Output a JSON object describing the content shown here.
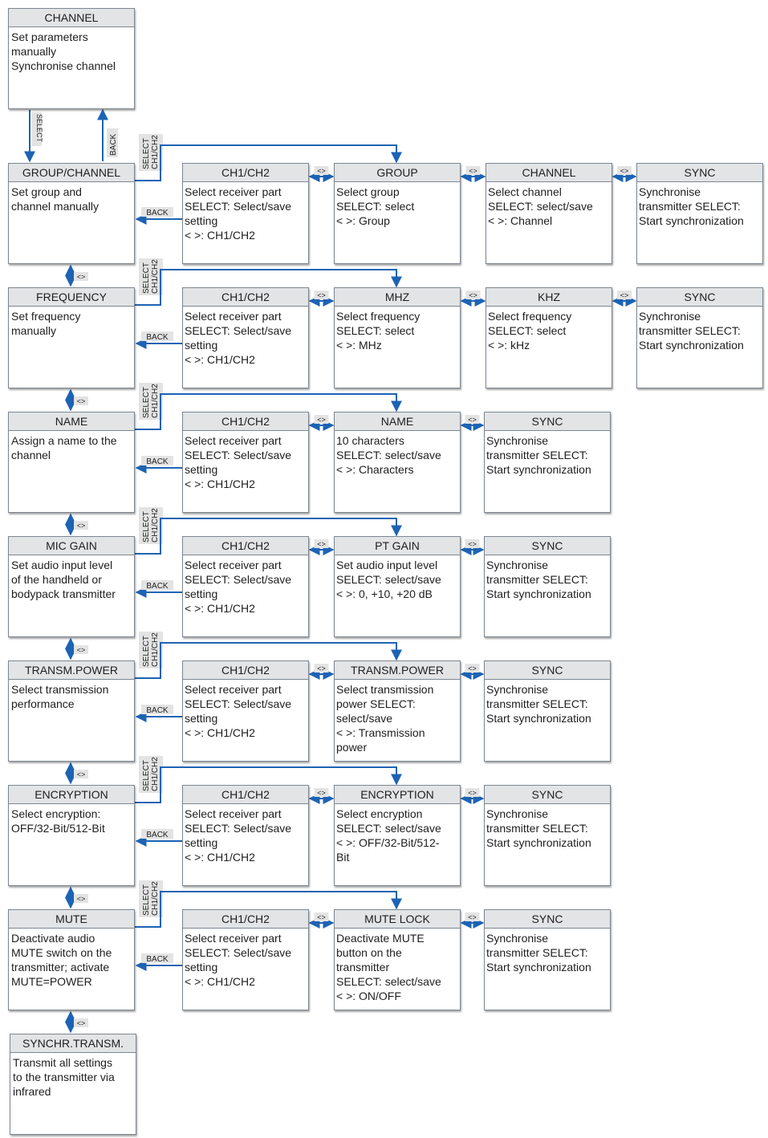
{
  "colors": {
    "arrow": "#1d63b4",
    "box_border": "#7d8690",
    "title_bg": "#e2e4e6",
    "label_bg": "#e3e3e3"
  },
  "labels": {
    "select": "SELECT",
    "back": "BACK",
    "select_ch": "SELECT\nCH1/CH2",
    "nav": "<>"
  },
  "channel": {
    "title": "CHANNEL",
    "body": "Set parameters\nmanually\nSynchronise channel"
  },
  "menus": [
    {
      "main": {
        "title": "GROUP/CHANNEL",
        "body": "Set group and\nchannel manually"
      },
      "subs": [
        {
          "title": "CH1/CH2",
          "body": "Select receiver part\nSELECT: Select/save\nsetting\n< >: CH1/CH2"
        },
        {
          "title": "GROUP",
          "body": "Select group\nSELECT: select\n< >: Group"
        },
        {
          "title": "CHANNEL",
          "body": "Select channel\nSELECT: select/save\n< >: Channel"
        },
        {
          "title": "SYNC",
          "body": "Synchronise\ntransmitter SELECT:\nStart synchronization"
        }
      ]
    },
    {
      "main": {
        "title": "FREQUENCY",
        "body": "Set frequency\nmanually"
      },
      "subs": [
        {
          "title": "CH1/CH2",
          "body": "Select receiver part\nSELECT: Select/save\nsetting\n< >: CH1/CH2"
        },
        {
          "title": "MHZ",
          "body": "Select frequency\nSELECT: select\n< >: MHz"
        },
        {
          "title": "KHZ",
          "body": "Select frequency\nSELECT: select\n< >: kHz"
        },
        {
          "title": "SYNC",
          "body": "Synchronise\ntransmitter SELECT:\nStart synchronization"
        }
      ]
    },
    {
      "main": {
        "title": "NAME",
        "body": "Assign a name to the\nchannel"
      },
      "subs": [
        {
          "title": "CH1/CH2",
          "body": "Select receiver part\nSELECT: Select/save\nsetting\n< >: CH1/CH2"
        },
        {
          "title": "NAME",
          "body": "10 characters\nSELECT: select/save\n< >: Characters"
        },
        {
          "title": "SYNC",
          "body": "Synchronise\ntransmitter SELECT:\nStart synchronization"
        }
      ]
    },
    {
      "main": {
        "title": "MIC GAIN",
        "body": "Set audio input level\nof the handheld or\nbodypack transmitter"
      },
      "subs": [
        {
          "title": "CH1/CH2",
          "body": "Select receiver part\nSELECT: Select/save\nsetting\n< >: CH1/CH2"
        },
        {
          "title": "PT GAIN",
          "body": "Set audio input level\nSELECT: select/save\n< >: 0, +10, +20 dB"
        },
        {
          "title": "SYNC",
          "body": "Synchronise\ntransmitter SELECT:\nStart synchronization"
        }
      ]
    },
    {
      "main": {
        "title": "TRANSM.POWER",
        "body": "Select transmission\nperformance"
      },
      "subs": [
        {
          "title": "CH1/CH2",
          "body": "Select receiver part\nSELECT: Select/save\nsetting\n< >: CH1/CH2"
        },
        {
          "title": "TRANSM.POWER",
          "body": "Select transmission\npower SELECT:\nselect/save\n< >: Transmission\npower"
        },
        {
          "title": "SYNC",
          "body": "Synchronise\ntransmitter SELECT:\nStart synchronization"
        }
      ]
    },
    {
      "main": {
        "title": "ENCRYPTION",
        "body": "Select encryption:\nOFF/32-Bit/512-Bit"
      },
      "subs": [
        {
          "title": "CH1/CH2",
          "body": "Select receiver part\nSELECT: Select/save\nsetting\n< >: CH1/CH2"
        },
        {
          "title": "ENCRYPTION",
          "body": "Select encryption\nSELECT: select/save\n< >: OFF/32-Bit/512-\nBit"
        },
        {
          "title": "SYNC",
          "body": "Synchronise\ntransmitter SELECT:\nStart synchronization"
        }
      ]
    },
    {
      "main": {
        "title": "MUTE",
        "body": "Deactivate audio\nMUTE switch on the\ntransmitter; activate\nMUTE=POWER"
      },
      "subs": [
        {
          "title": "CH1/CH2",
          "body": "Select receiver part\nSELECT: Select/save\nsetting\n< >: CH1/CH2"
        },
        {
          "title": "MUTE LOCK",
          "body": "Deactivate MUTE\nbutton on the\ntransmitter\nSELECT: select/save\n< >: ON/OFF"
        },
        {
          "title": "SYNC",
          "body": "Synchronise\ntransmitter SELECT:\nStart synchronization"
        }
      ]
    }
  ],
  "synchr": {
    "title": "SYNCHR.TRANSM.",
    "body": "Transmit all settings\nto the transmitter via\ninfrared"
  }
}
